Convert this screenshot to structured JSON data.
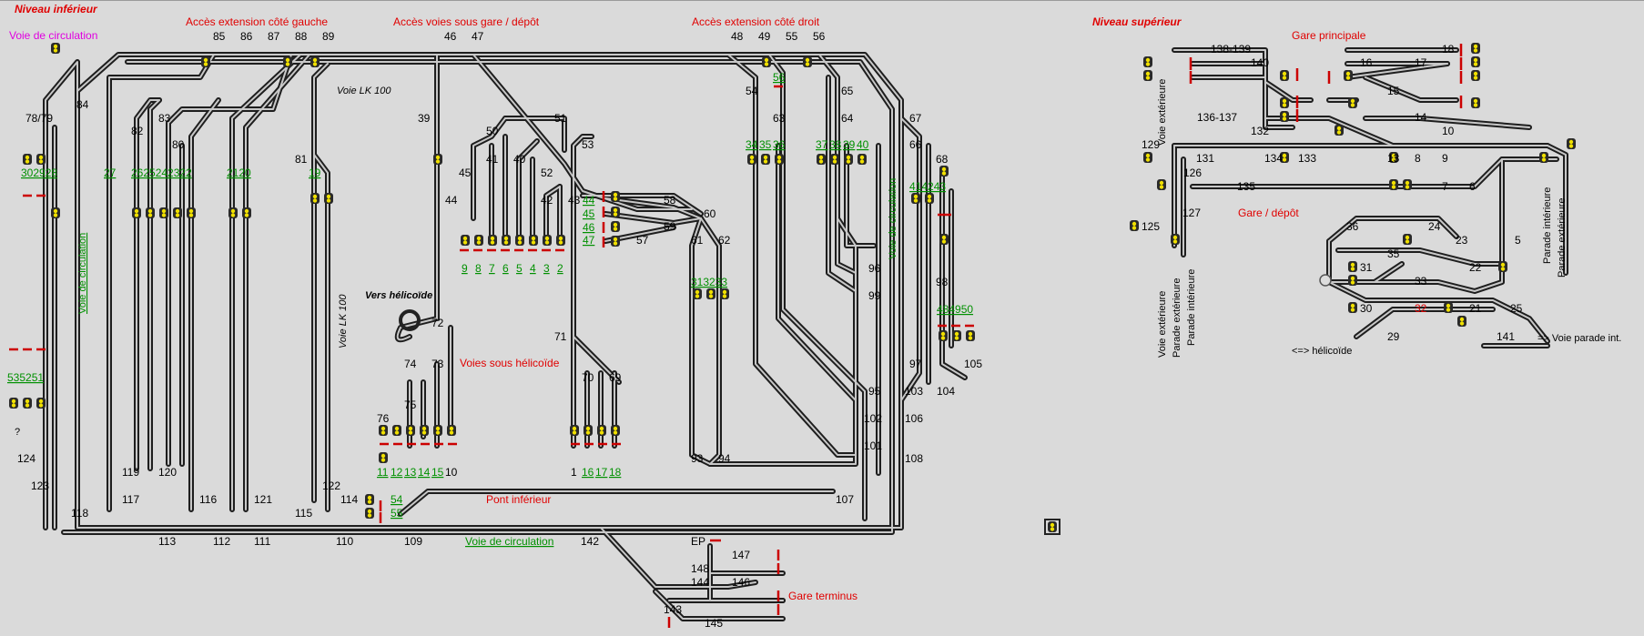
{
  "colors": {
    "background": "#dadada",
    "track": "#1e1e1e",
    "track_inner": "#c8c8c8",
    "section_title": "#e00000",
    "track_number": "#000000",
    "track_number_green": "#009000",
    "label_magenta": "#e000e0",
    "signal_body": "#2a2a2a",
    "signal_lamp": "#f0e000",
    "buffer_stop": "#cc0000"
  },
  "titles": {
    "lower_level": "Niveau inférieur",
    "upper_level": "Niveau supérieur",
    "access_left": "Accès extension côté gauche",
    "access_under_station": "Accès voies sous gare / dépôt",
    "access_right": "Accès extension côté droit",
    "main_station": "Gare principale",
    "station_depot": "Gare / dépôt",
    "tracks_under_helix": "Voies sous hélicoïde",
    "lower_bridge": "Pont inférieur",
    "terminus": "Gare terminus"
  },
  "labels": {
    "voie_circulation_magenta": "Voie de circulation",
    "voie_circulation_left": "Voie de circulation",
    "voie_circulation_bottom": "Voie de circulation",
    "voie_circulation_right": "Voie de circulation",
    "voie_lk_top": "Voie LK 100",
    "voie_lk_vertical": "Voie LK 100",
    "vers_helicoide": "Vers hélicoïde",
    "helicoide_link": "<=> hélicoïde",
    "voie_parade_int": "=> Voie parade int.",
    "voie_exterieure_top": "Voie extérieure",
    "voie_exterieure_bottom": "Voie extérieure",
    "parade_exterieure_bottom": "Parade extérieure",
    "parade_interieure_bottom": "Parade intérieure",
    "parade_interieure_right": "Parade intérieure",
    "parade_exterieure_right": "Parade extérieure",
    "question_mark": "?"
  },
  "track_numbers_black": [
    "85",
    "86",
    "87",
    "88",
    "89",
    "46",
    "47",
    "48",
    "49",
    "55",
    "56",
    "84",
    "78/79",
    "83",
    "82",
    "80",
    "81",
    "39",
    "51",
    "50",
    "41",
    "40",
    "45",
    "53",
    "52",
    "42",
    "43",
    "44",
    "58",
    "59",
    "60",
    "57",
    "61",
    "62",
    "54",
    "63",
    "65",
    "64",
    "67",
    "66",
    "68",
    "96",
    "99",
    "98",
    "72",
    "74",
    "73",
    "75",
    "76",
    "71",
    "70",
    "69",
    "93",
    "94",
    "95",
    "102",
    "101",
    "97",
    "103",
    "104",
    "105",
    "106",
    "108",
    "124",
    "123",
    "118",
    "119",
    "120",
    "117",
    "116",
    "121",
    "122",
    "115",
    "114",
    "107",
    "113",
    "112",
    "111",
    "110",
    "109",
    "142",
    "EP",
    "147",
    "148",
    "144",
    "146",
    "143",
    "145",
    "138-139",
    "140",
    "136-137",
    "132",
    "134",
    "133",
    "131",
    "126",
    "129",
    "135",
    "125",
    "127",
    "18",
    "16",
    "17",
    "15",
    "14",
    "10",
    "13",
    "8",
    "9",
    "7",
    "6",
    "36",
    "24",
    "23",
    "35",
    "31",
    "22",
    "5",
    "33",
    "30",
    "32",
    "21",
    "25",
    "29",
    "141",
    "1",
    "10"
  ],
  "track_numbers_green": [
    "302928",
    "27",
    "2625242322",
    "2120",
    "19",
    "9",
    "8",
    "7",
    "6",
    "5",
    "4",
    "3",
    "2",
    "44",
    "45",
    "46",
    "47",
    "34",
    "35",
    "36",
    "56",
    "37",
    "38",
    "39",
    "40",
    "414243",
    "313233",
    "484950",
    "535251",
    "11",
    "12",
    "13",
    "14",
    "15",
    "16",
    "17",
    "18",
    "54",
    "55"
  ]
}
